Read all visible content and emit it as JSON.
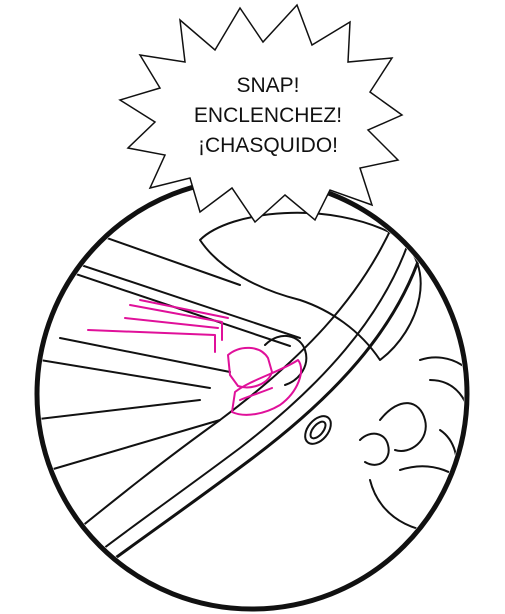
{
  "callout": {
    "lines": [
      "SNAP!",
      "ENCLENCHEZ!",
      "¡CHASQUIDO!"
    ]
  },
  "colors": {
    "ink": "#111111",
    "highlight": "#e0109a",
    "background": "#ffffff"
  }
}
